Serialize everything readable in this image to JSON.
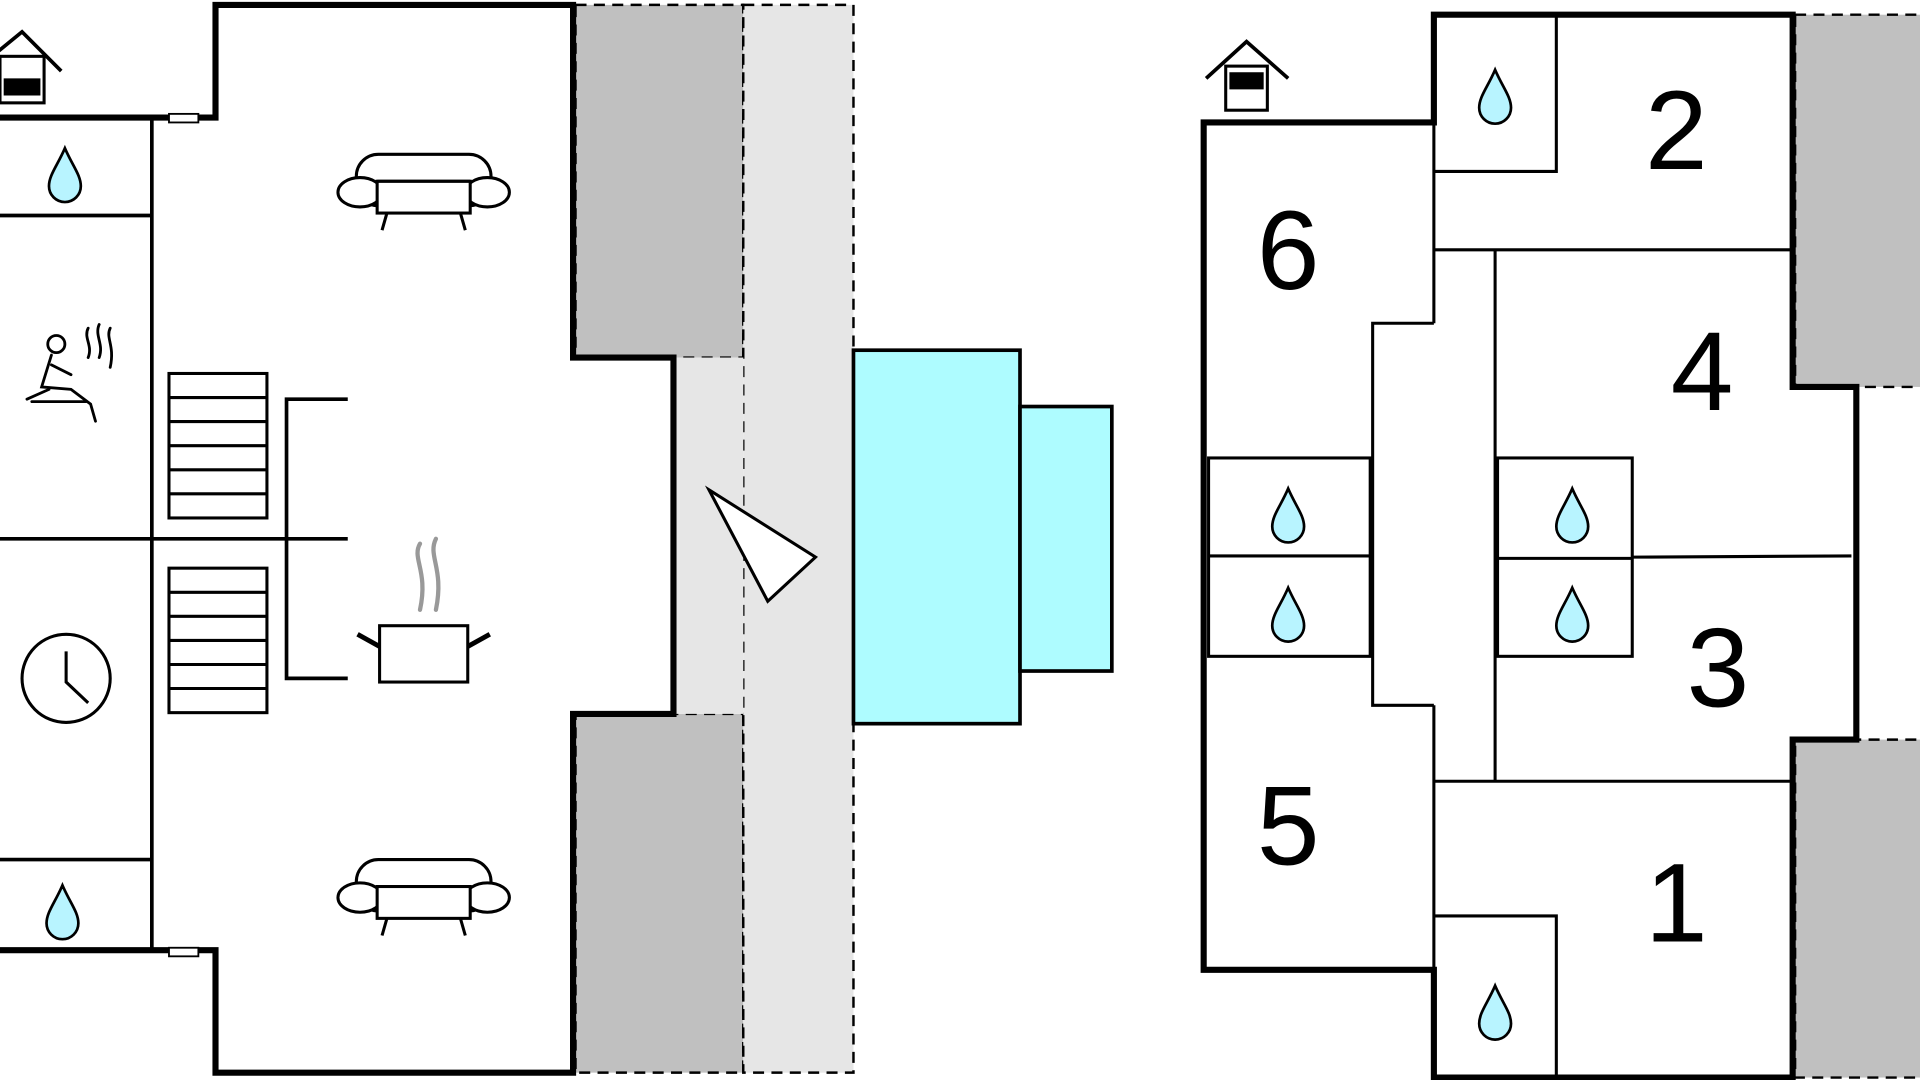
{
  "colors": {
    "background": "#ffffff",
    "wall": "#000000",
    "terrace": "#c0c0c0",
    "path": "#e6e6e6",
    "pool": "#aefcff",
    "water_drop": "#b8f4ff",
    "steam": "#999999"
  },
  "icons": {
    "entrance": "house-entrance-icon",
    "bathroom": "water-drop-icon",
    "sauna": "sauna-icon",
    "living": "sofa-icon",
    "kitchen": "cooking-pot-icon",
    "clock": "clock-icon",
    "stairs": "stairs-icon",
    "compass": "north-arrow-icon"
  },
  "floor_plan": {
    "upper_floor": {
      "rooms": [
        {
          "id": "room-1",
          "label": "1"
        },
        {
          "id": "room-2",
          "label": "2"
        },
        {
          "id": "room-3",
          "label": "3"
        },
        {
          "id": "room-4",
          "label": "4"
        },
        {
          "id": "room-5",
          "label": "5"
        },
        {
          "id": "room-6",
          "label": "6"
        }
      ]
    }
  }
}
